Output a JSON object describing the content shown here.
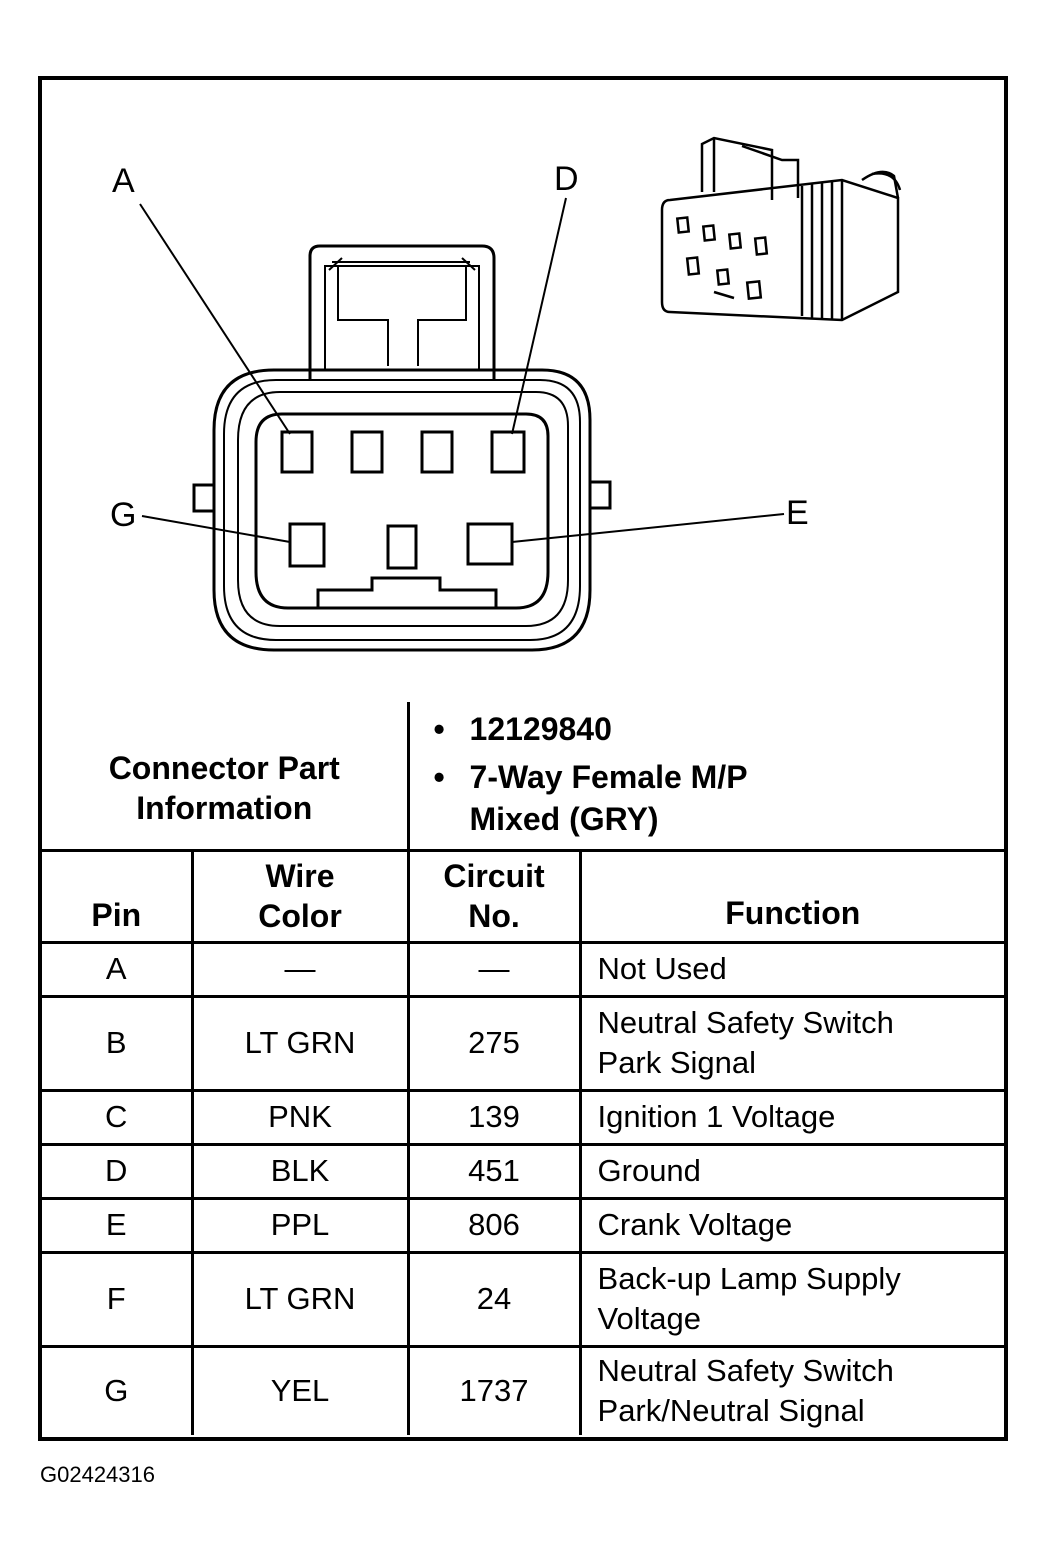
{
  "diagram": {
    "callouts": [
      "A",
      "D",
      "G",
      "E"
    ]
  },
  "connector_info": {
    "label_line1": "Connector Part",
    "label_line2": "Information",
    "items": [
      "12129840",
      "7-Way Female M/P",
      "Mixed (GRY)"
    ]
  },
  "table": {
    "headers": {
      "pin": "Pin",
      "wire_color_1": "Wire",
      "wire_color_2": "Color",
      "circuit_1": "Circuit",
      "circuit_2": "No.",
      "function": "Function"
    },
    "rows": [
      {
        "pin": "A",
        "wire": "—",
        "circuit": "—",
        "function_1": "Not Used",
        "function_2": ""
      },
      {
        "pin": "B",
        "wire": "LT GRN",
        "circuit": "275",
        "function_1": "Neutral Safety Switch",
        "function_2": "Park Signal"
      },
      {
        "pin": "C",
        "wire": "PNK",
        "circuit": "139",
        "function_1": "Ignition 1 Voltage",
        "function_2": ""
      },
      {
        "pin": "D",
        "wire": "BLK",
        "circuit": "451",
        "function_1": "Ground",
        "function_2": ""
      },
      {
        "pin": "E",
        "wire": "PPL",
        "circuit": "806",
        "function_1": "Crank Voltage",
        "function_2": ""
      },
      {
        "pin": "F",
        "wire": "LT GRN",
        "circuit": "24",
        "function_1": "Back-up Lamp Supply",
        "function_2": "Voltage"
      },
      {
        "pin": "G",
        "wire": "YEL",
        "circuit": "1737",
        "function_1": "Neutral Safety Switch",
        "function_2": "Park/Neutral Signal"
      }
    ]
  },
  "figure_id": "G02424316"
}
